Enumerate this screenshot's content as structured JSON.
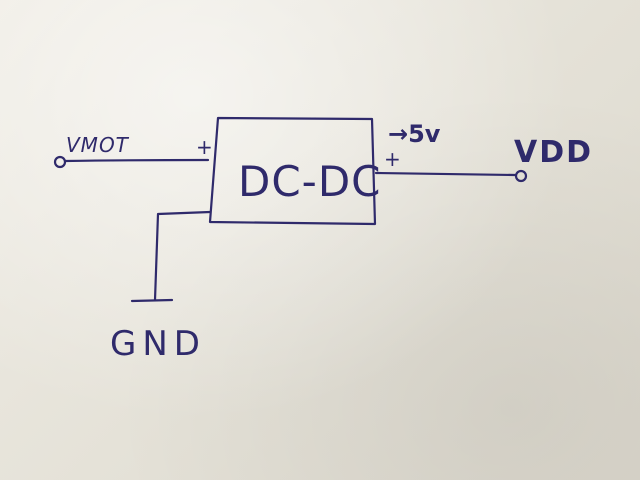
{
  "labels": {
    "vmot": "VMOT",
    "vdd": "VDD",
    "output_voltage": "→5v",
    "gnd": "GND",
    "converter": "DC-DC",
    "input_plus": "+",
    "output_plus": "+"
  },
  "colors": {
    "ink": "#2f2a6b",
    "paper": "#e9e6dd"
  }
}
